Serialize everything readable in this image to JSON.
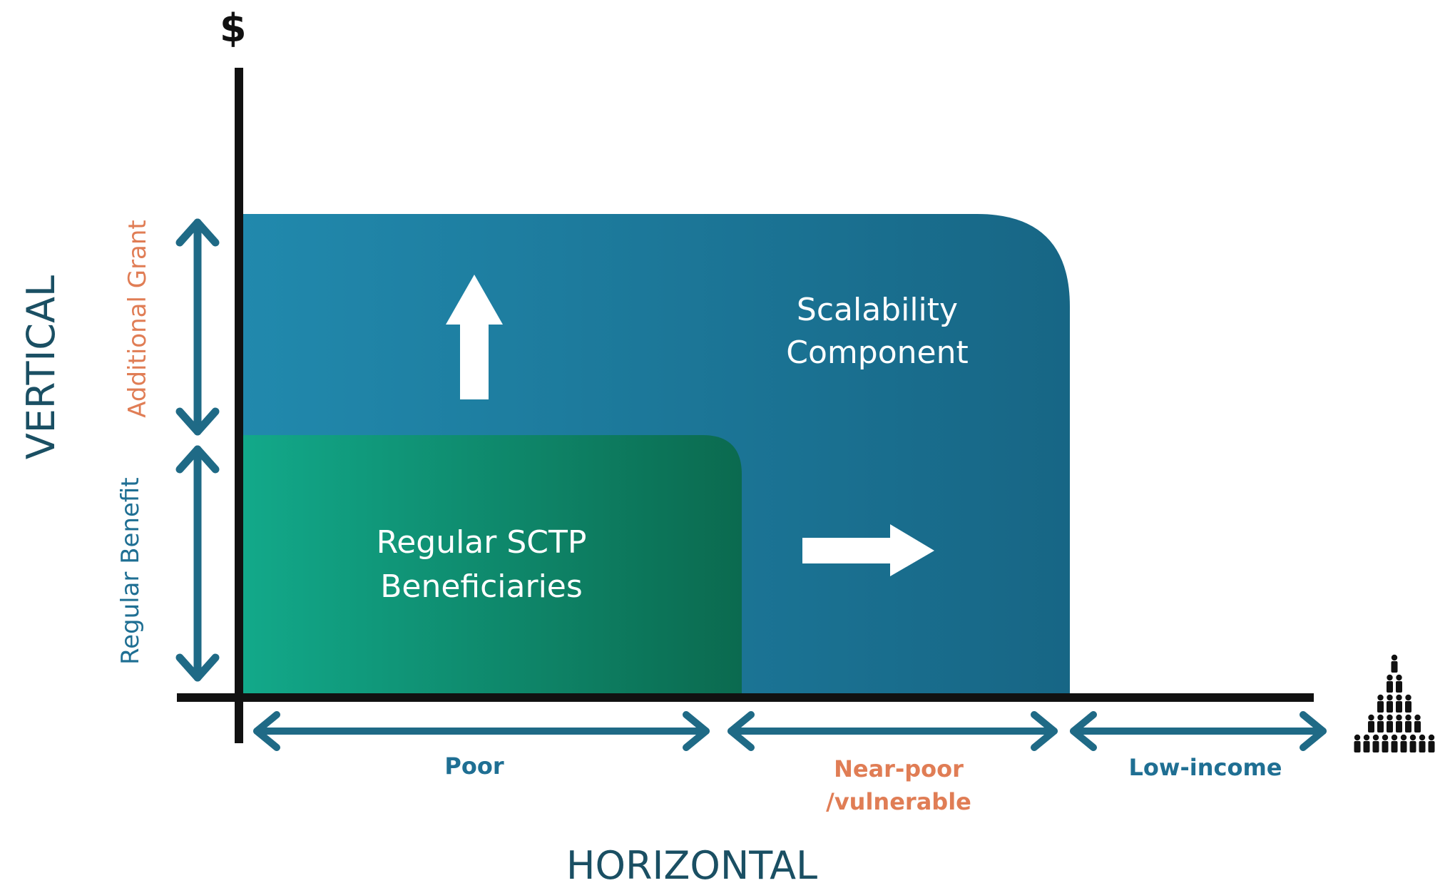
{
  "diagram": {
    "y_axis_symbol": "$",
    "vertical_label": "VERTICAL",
    "horizontal_label": "HORIZONTAL",
    "additional_grant": "Additional Grant",
    "regular_benefit": "Regular Benefit",
    "scalability_line1": "Scalability",
    "scalability_line2": "Component",
    "regular_line1": "Regular SCTP",
    "regular_line2": "Beneficiaries",
    "poor": "Poor",
    "near_poor_line1": "Near-poor",
    "near_poor_line2": "/vulnerable",
    "low_income": "Low-income",
    "people_icon": "population-pyramid-icon",
    "colors": {
      "axis": "#111111",
      "teal_blue": "#1a6f93",
      "teal_blue_light": "#2189ad",
      "green": "#12a98a",
      "green_dark": "#0b6a4f",
      "arrow_teal": "#1f6a86",
      "orange": "#e07d55",
      "blue_text": "#1f6f93",
      "white": "#ffffff"
    }
  }
}
